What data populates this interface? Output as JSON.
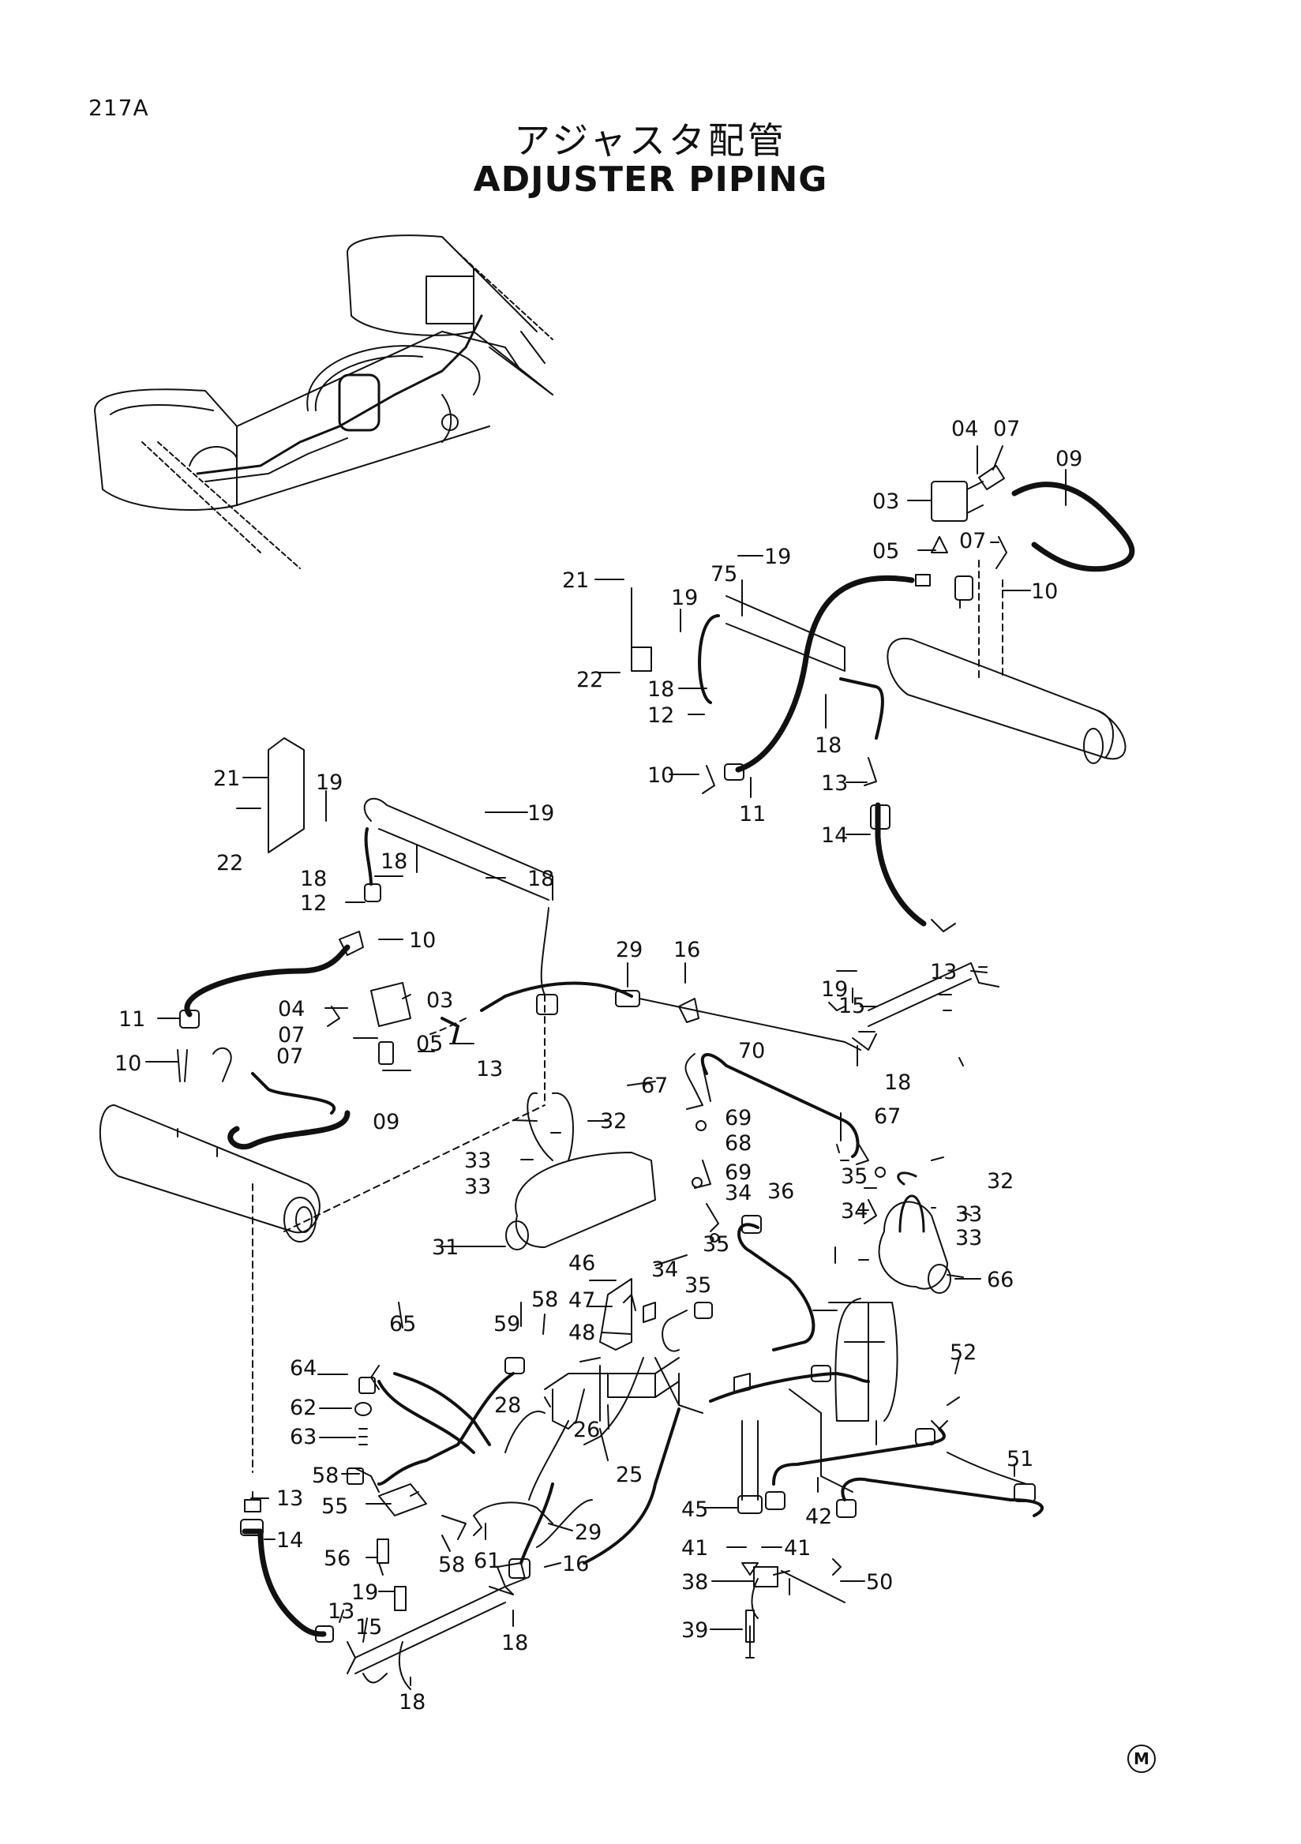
{
  "page_code": "217A",
  "title_jp": "アジャスタ配管",
  "title_en": "ADJUSTER PIPING",
  "corner_mark": "M",
  "callouts": [
    {
      "id": "c1",
      "text": "04"
    },
    {
      "id": "c2",
      "text": "07"
    },
    {
      "id": "c3",
      "text": "09"
    },
    {
      "id": "c4",
      "text": "03"
    },
    {
      "id": "c5",
      "text": "05"
    },
    {
      "id": "c6",
      "text": "07"
    },
    {
      "id": "c7",
      "text": "10"
    },
    {
      "id": "c8",
      "text": "19"
    },
    {
      "id": "c9",
      "text": "75"
    },
    {
      "id": "c10",
      "text": "21"
    },
    {
      "id": "c11",
      "text": "19"
    },
    {
      "id": "c12",
      "text": "22"
    },
    {
      "id": "c13",
      "text": "18"
    },
    {
      "id": "c14",
      "text": "12"
    },
    {
      "id": "c15",
      "text": "10"
    },
    {
      "id": "c16",
      "text": "11"
    },
    {
      "id": "c17",
      "text": "18"
    },
    {
      "id": "c18",
      "text": "13"
    },
    {
      "id": "c19",
      "text": "14"
    },
    {
      "id": "c20",
      "text": "21"
    },
    {
      "id": "c21",
      "text": "19"
    },
    {
      "id": "c22",
      "text": "19"
    },
    {
      "id": "c23",
      "text": "22"
    },
    {
      "id": "c24",
      "text": "18"
    },
    {
      "id": "c25",
      "text": "18"
    },
    {
      "id": "c26",
      "text": "18"
    },
    {
      "id": "c27",
      "text": "12"
    },
    {
      "id": "c28",
      "text": "10"
    },
    {
      "id": "c29",
      "text": "29"
    },
    {
      "id": "c30",
      "text": "16"
    },
    {
      "id": "c31",
      "text": "19"
    },
    {
      "id": "c32",
      "text": "13"
    },
    {
      "id": "c33",
      "text": "11"
    },
    {
      "id": "c34",
      "text": "04"
    },
    {
      "id": "c35",
      "text": "03"
    },
    {
      "id": "c36",
      "text": "07"
    },
    {
      "id": "c37",
      "text": "10"
    },
    {
      "id": "c38",
      "text": "07"
    },
    {
      "id": "c39",
      "text": "05"
    },
    {
      "id": "c40",
      "text": "13"
    },
    {
      "id": "c41",
      "text": "15"
    },
    {
      "id": "c42",
      "text": "18"
    },
    {
      "id": "c43",
      "text": "70"
    },
    {
      "id": "c44",
      "text": "67"
    },
    {
      "id": "c45",
      "text": "69"
    },
    {
      "id": "c46",
      "text": "68"
    },
    {
      "id": "c47",
      "text": "67"
    },
    {
      "id": "c48",
      "text": "09"
    },
    {
      "id": "c49",
      "text": "32"
    },
    {
      "id": "c50",
      "text": "33"
    },
    {
      "id": "c51",
      "text": "33"
    },
    {
      "id": "c52",
      "text": "69"
    },
    {
      "id": "c53",
      "text": "34"
    },
    {
      "id": "c54",
      "text": "35"
    },
    {
      "id": "c55",
      "text": "32"
    },
    {
      "id": "c56",
      "text": "33"
    },
    {
      "id": "c57",
      "text": "33"
    },
    {
      "id": "c58",
      "text": "34"
    },
    {
      "id": "c59",
      "text": "35"
    },
    {
      "id": "c60",
      "text": "36"
    },
    {
      "id": "c61",
      "text": "31"
    },
    {
      "id": "c62",
      "text": "46"
    },
    {
      "id": "c63",
      "text": "66"
    },
    {
      "id": "c64",
      "text": "47"
    },
    {
      "id": "c65",
      "text": "34"
    },
    {
      "id": "c66",
      "text": "35"
    },
    {
      "id": "c67",
      "text": "58"
    },
    {
      "id": "c68",
      "text": "48"
    },
    {
      "id": "c69",
      "text": "65"
    },
    {
      "id": "c70",
      "text": "59"
    },
    {
      "id": "c71",
      "text": "64"
    },
    {
      "id": "c72",
      "text": "52"
    },
    {
      "id": "c73",
      "text": "62"
    },
    {
      "id": "c74",
      "text": "28"
    },
    {
      "id": "c75",
      "text": "63"
    },
    {
      "id": "c76",
      "text": "26"
    },
    {
      "id": "c77",
      "text": "25"
    },
    {
      "id": "c78",
      "text": "51"
    },
    {
      "id": "c79",
      "text": "58"
    },
    {
      "id": "c80",
      "text": "55"
    },
    {
      "id": "c81",
      "text": "45"
    },
    {
      "id": "c82",
      "text": "42"
    },
    {
      "id": "c83",
      "text": "29"
    },
    {
      "id": "c84",
      "text": "13"
    },
    {
      "id": "c85",
      "text": "14"
    },
    {
      "id": "c86",
      "text": "41"
    },
    {
      "id": "c87",
      "text": "41"
    },
    {
      "id": "c88",
      "text": "56"
    },
    {
      "id": "c89",
      "text": "58"
    },
    {
      "id": "c90",
      "text": "61"
    },
    {
      "id": "c91",
      "text": "16"
    },
    {
      "id": "c92",
      "text": "50"
    },
    {
      "id": "c93",
      "text": "38"
    },
    {
      "id": "c94",
      "text": "19"
    },
    {
      "id": "c95",
      "text": "13"
    },
    {
      "id": "c96",
      "text": "15"
    },
    {
      "id": "c97",
      "text": "18"
    },
    {
      "id": "c98",
      "text": "39"
    },
    {
      "id": "c99",
      "text": "18"
    }
  ]
}
